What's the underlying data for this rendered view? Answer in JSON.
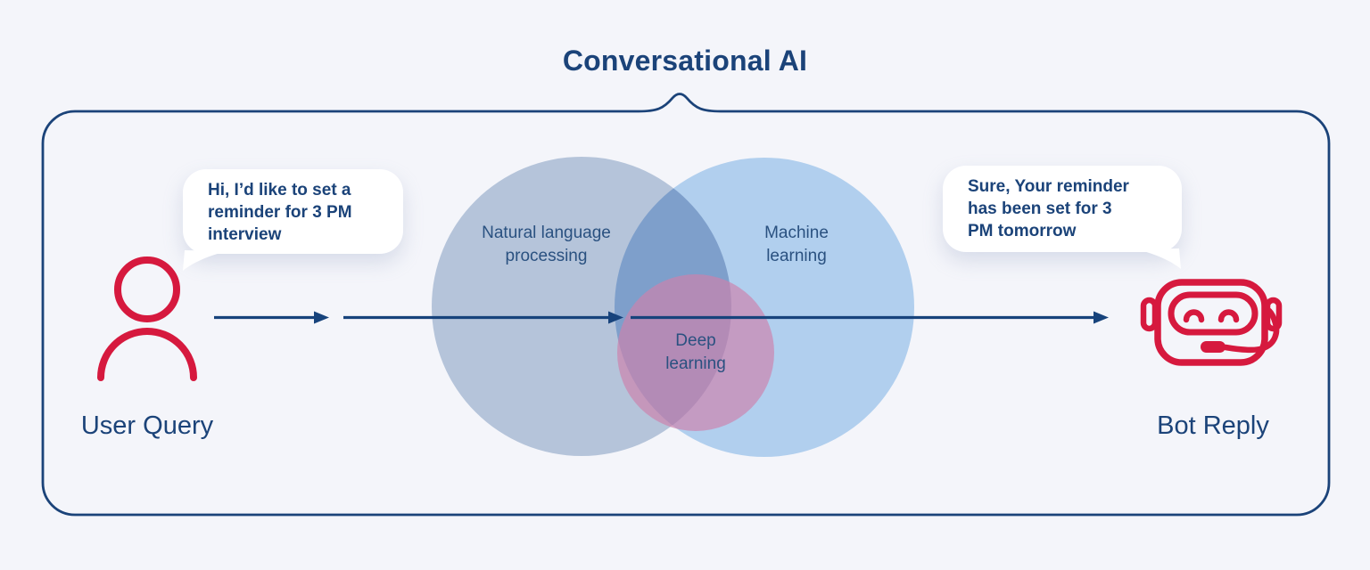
{
  "title": "Conversational AI",
  "user": {
    "label": "User Query",
    "icon": "user-icon",
    "bubble": {
      "line1": "Hi, I’d like to set a",
      "line2": "reminder for 3 PM",
      "line3": "interview"
    }
  },
  "bot": {
    "label": "Bot Reply",
    "icon": "robot-headset-icon",
    "bubble": {
      "line1": "Sure, Your reminder",
      "line2": "has been set for 3",
      "line3": "PM tomorrow"
    }
  },
  "venn": {
    "nlp": {
      "line1": "Natural language",
      "line2": "processing",
      "color": "#B5C4DA"
    },
    "ml": {
      "line1": "Machine",
      "line2": "learning",
      "color": "#B1CFEE"
    },
    "dl": {
      "line1": "Deep",
      "line2": "learning",
      "color": "#C882AC"
    }
  },
  "colors": {
    "navy": "#1b4379",
    "arrow_navy": "#17437c",
    "red": "#D6193E",
    "background": "#f4f5fa",
    "bubble_bg": "#ffffff"
  }
}
